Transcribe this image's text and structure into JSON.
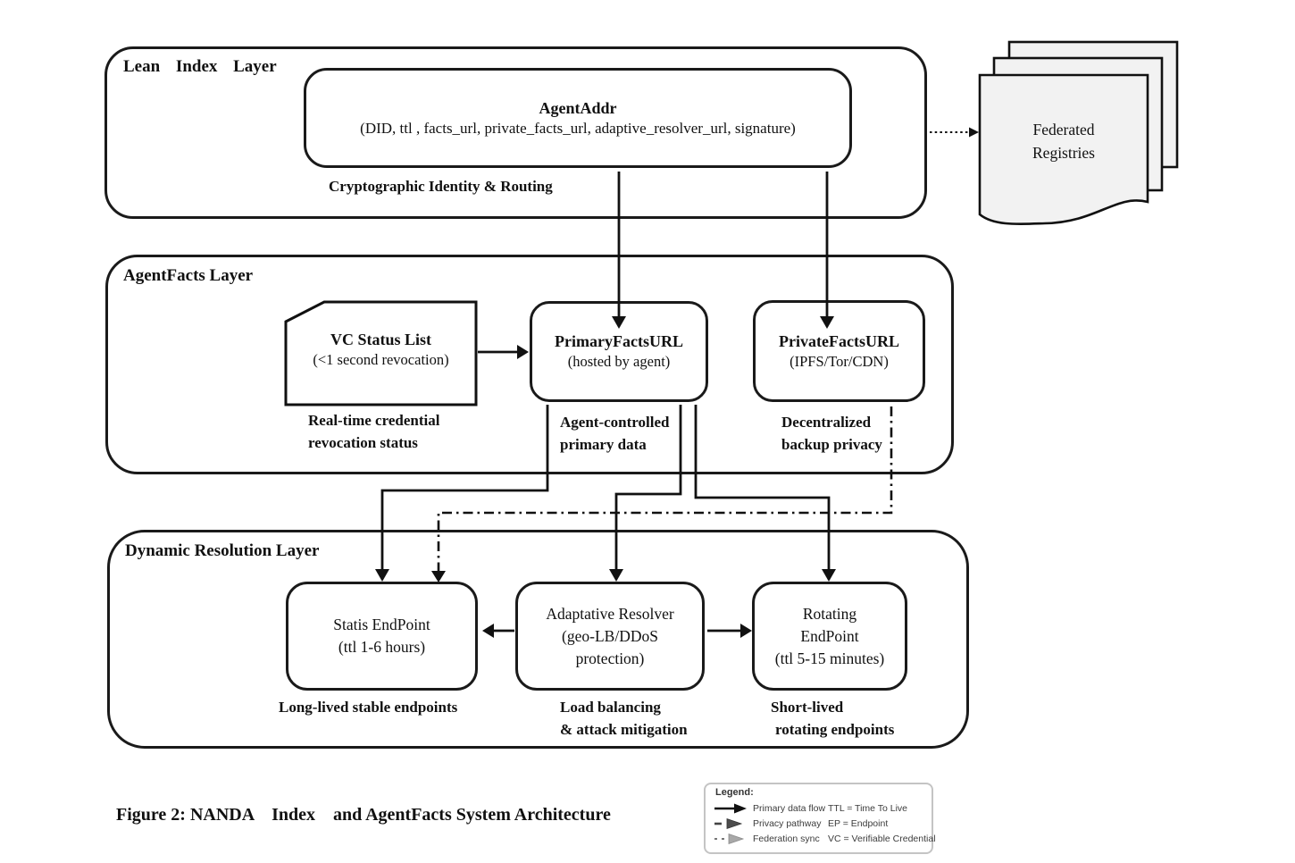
{
  "figure_caption": "Figure 2: NANDA    Index    and AgentFacts System Architecture",
  "lean_layer": {
    "title": "Lean Index Layer",
    "agent_addr": {
      "title": "AgentAddr",
      "fields": "(DID, ttl , facts_url, private_facts_url, adaptive_resolver_url, signature)"
    },
    "caption": "Cryptographic Identity & Routing"
  },
  "federated_registries": {
    "label": "Federated Registries"
  },
  "agentfacts_layer": {
    "title": "AgentFacts Layer",
    "vc_status_list": {
      "title": "VC Status List",
      "subtitle": "(<1 second revocation)",
      "caption_line1": "Real-time credential",
      "caption_line2": "revocation status"
    },
    "primary_facts_url": {
      "title": "PrimaryFactsURL",
      "subtitle": "(hosted by agent)",
      "caption_line1": "Agent-controlled",
      "caption_line2": "primary data"
    },
    "private_facts_url": {
      "title": "PrivateFactsURL",
      "subtitle": "(IPFS/Tor/CDN)",
      "caption_line1": "Decentralized",
      "caption_line2": "backup privacy"
    }
  },
  "dynamic_layer": {
    "title": "Dynamic Resolution Layer",
    "static_endpoint": {
      "line1": "Statis EndPoint",
      "line2": "(ttl 1-6 hours)",
      "caption": "Long-lived stable endpoints"
    },
    "adaptive_resolver": {
      "line1": "Adaptative Resolver",
      "line2": "(geo-LB/DDoS",
      "line3": "protection)",
      "caption_line1": "Load balancing",
      "caption_line2": "& attack mitigation"
    },
    "rotating_endpoint": {
      "line1": "Rotating",
      "line2": "EndPoint",
      "line3": "(ttl 5-15 minutes)",
      "caption_line1": "Short-lived",
      "caption_line2": "rotating endpoints"
    }
  },
  "legend": {
    "title": "Legend:",
    "flows": [
      {
        "icon": "primary-data-flow-arrow-icon",
        "label": "Primary data flow"
      },
      {
        "icon": "privacy-pathway-arrow-icon",
        "label": "Privacy pathway"
      },
      {
        "icon": "federation-sync-arrow-icon",
        "label": "Federation sync"
      }
    ],
    "abbreviations": [
      "TTL = Time To Live",
      "EP = Endpoint",
      "VC = Verifiable Credential"
    ]
  },
  "colors": {
    "line": "#1a1a1a",
    "document_fill": "#f2f2f2",
    "privacy_arrow": "#4d4d4d",
    "federation_arrow": "#a8a8a8",
    "legend_border": "#c4c4c4"
  }
}
